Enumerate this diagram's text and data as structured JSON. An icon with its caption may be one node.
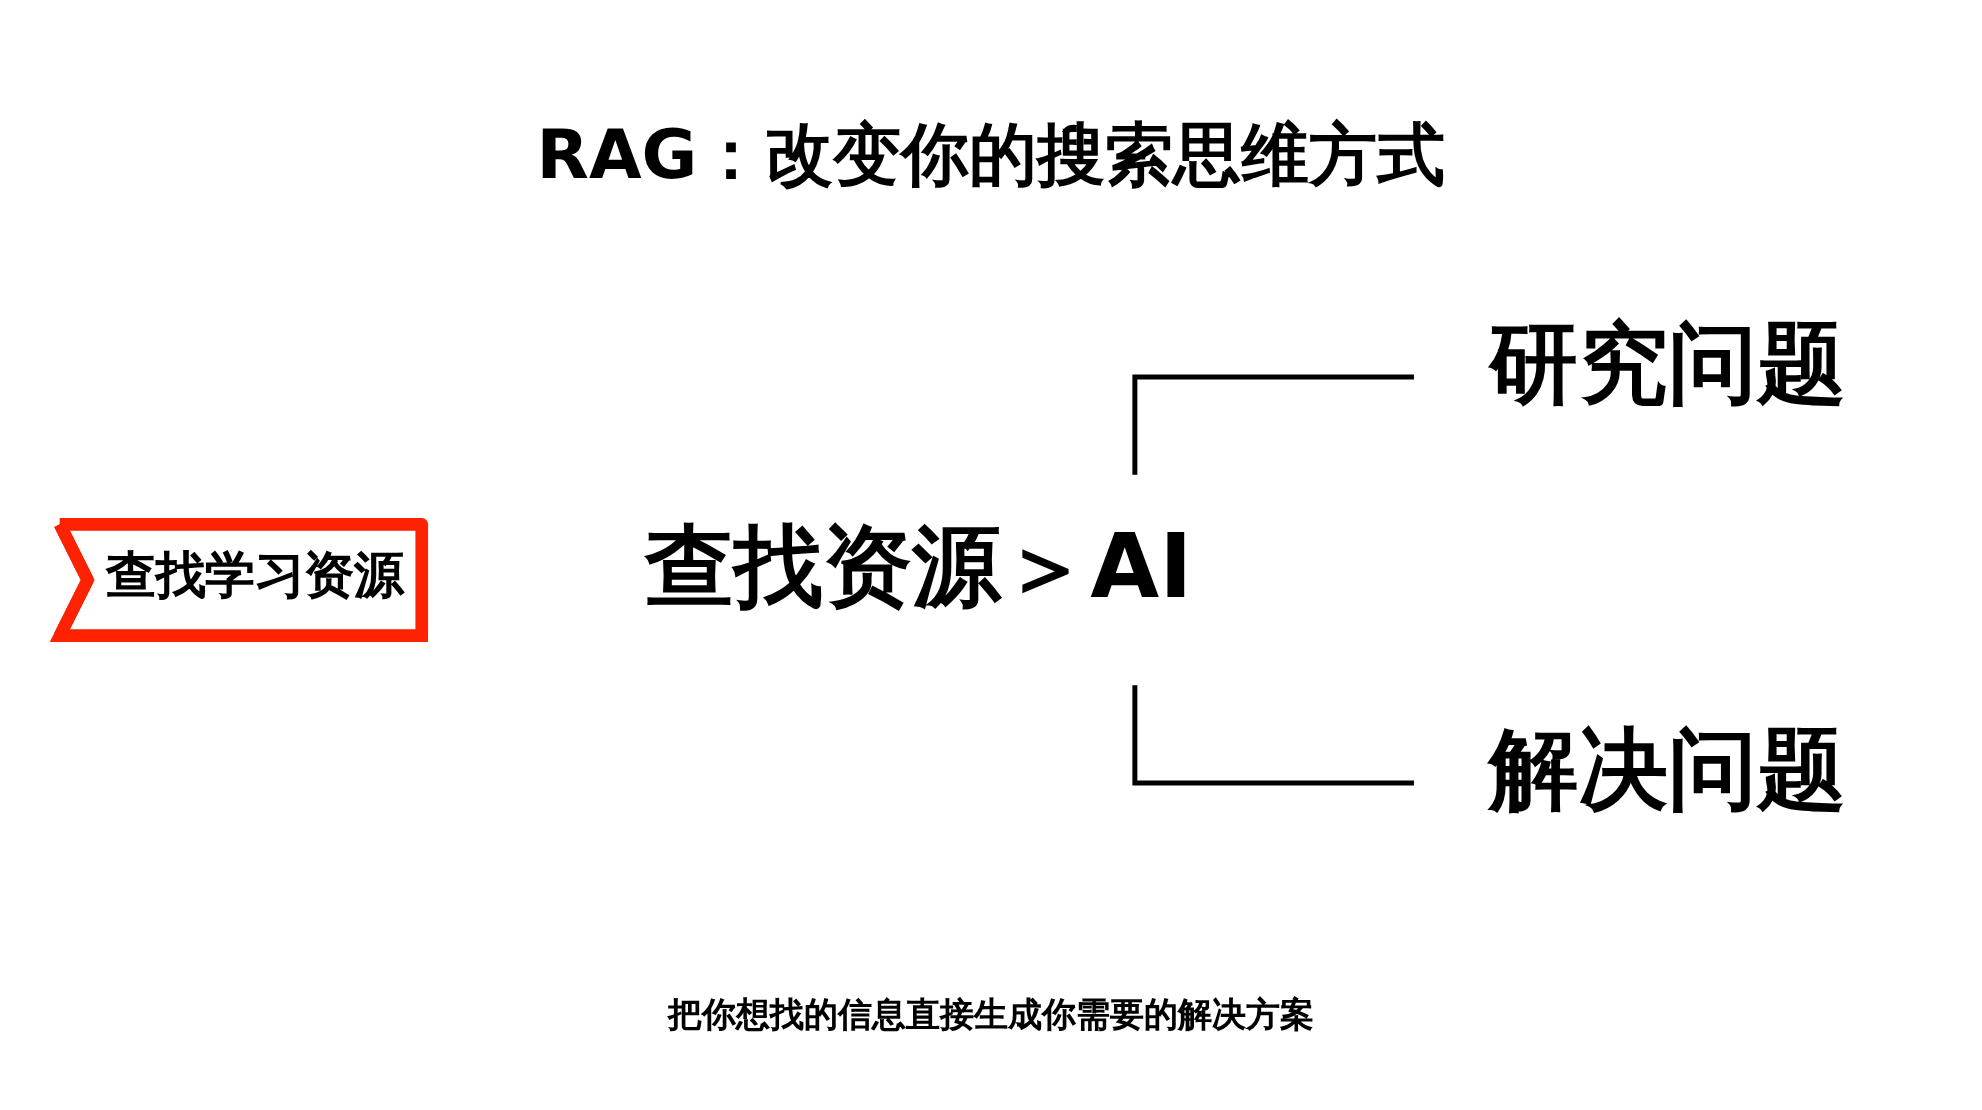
{
  "diagram": {
    "title": "RAG：改变你的搜索思维方式",
    "caption": "把你想找的信息直接生成你需要的解决方案",
    "nodes": [
      {
        "text": [
          "查找学习资源"
        ]
      },
      {
        "text": [
          "查找资源＞AI"
        ]
      },
      {
        "text": [
          "研究问题"
        ]
      },
      {
        "text": [
          "解决问题"
        ]
      }
    ],
    "edges": [
      {
        "from": 1,
        "to": 2,
        "arrow": "none"
      },
      {
        "from": 1,
        "to": 3,
        "arrow": "none"
      }
    ]
  }
}
